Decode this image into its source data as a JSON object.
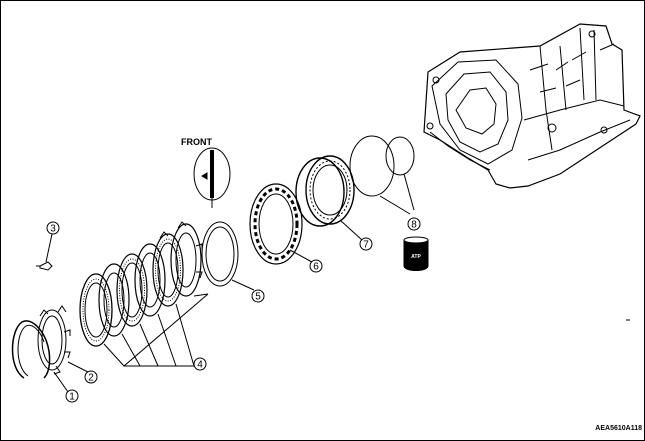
{
  "labels": {
    "front": "FRONT",
    "atp": "ATP",
    "code": "AEA5610A118"
  },
  "callouts": [
    {
      "id": "1",
      "text": "1"
    },
    {
      "id": "2",
      "text": "2"
    },
    {
      "id": "3",
      "text": "3"
    },
    {
      "id": "4",
      "text": "4"
    },
    {
      "id": "5",
      "text": "5"
    },
    {
      "id": "6",
      "text": "6"
    },
    {
      "id": "7",
      "text": "7"
    },
    {
      "id": "8",
      "text": "8"
    }
  ]
}
